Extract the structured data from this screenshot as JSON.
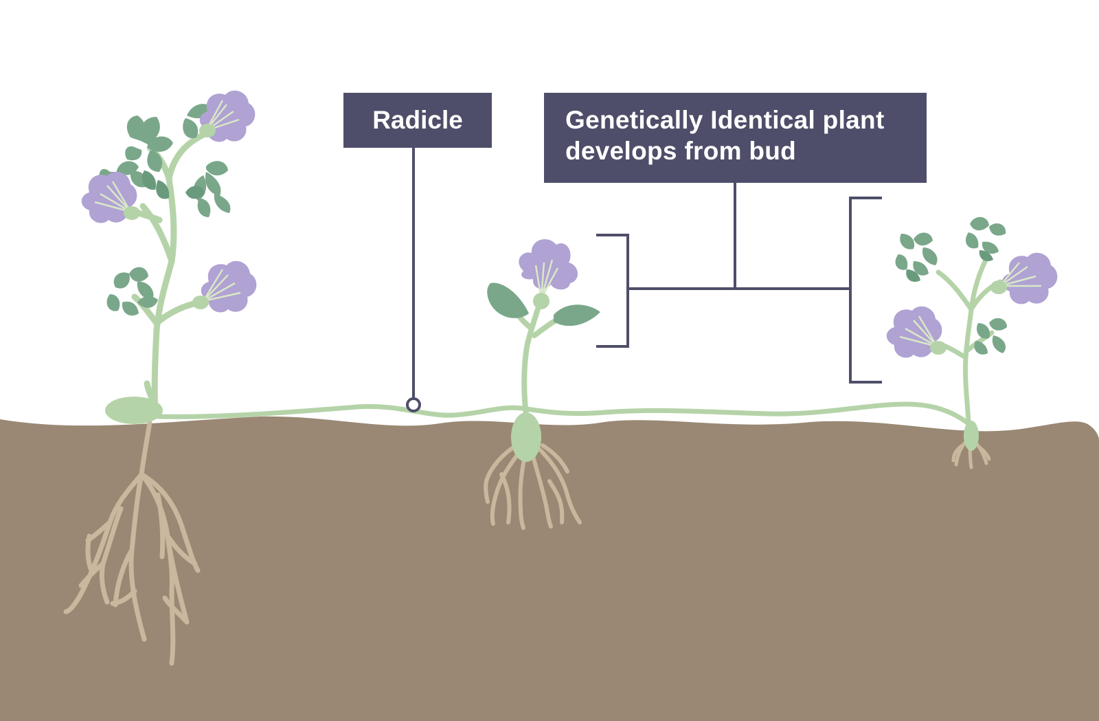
{
  "labels": {
    "radicle": "Radicle",
    "clone_line1": "Genetically Identical plant",
    "clone_line2": "develops from bud"
  },
  "colors": {
    "soil": "#9a8874",
    "stem": "#b5d3a8",
    "leaf": "#7aa78a",
    "leaf_dark": "#6a9a7c",
    "flower": "#b0a2d3",
    "flower_stamen": "#d9e8c8",
    "root": "#c9b89e",
    "label_bg": "#4e4e6a",
    "label_text": "#ffffff",
    "pointer": "#4e4e6a"
  }
}
